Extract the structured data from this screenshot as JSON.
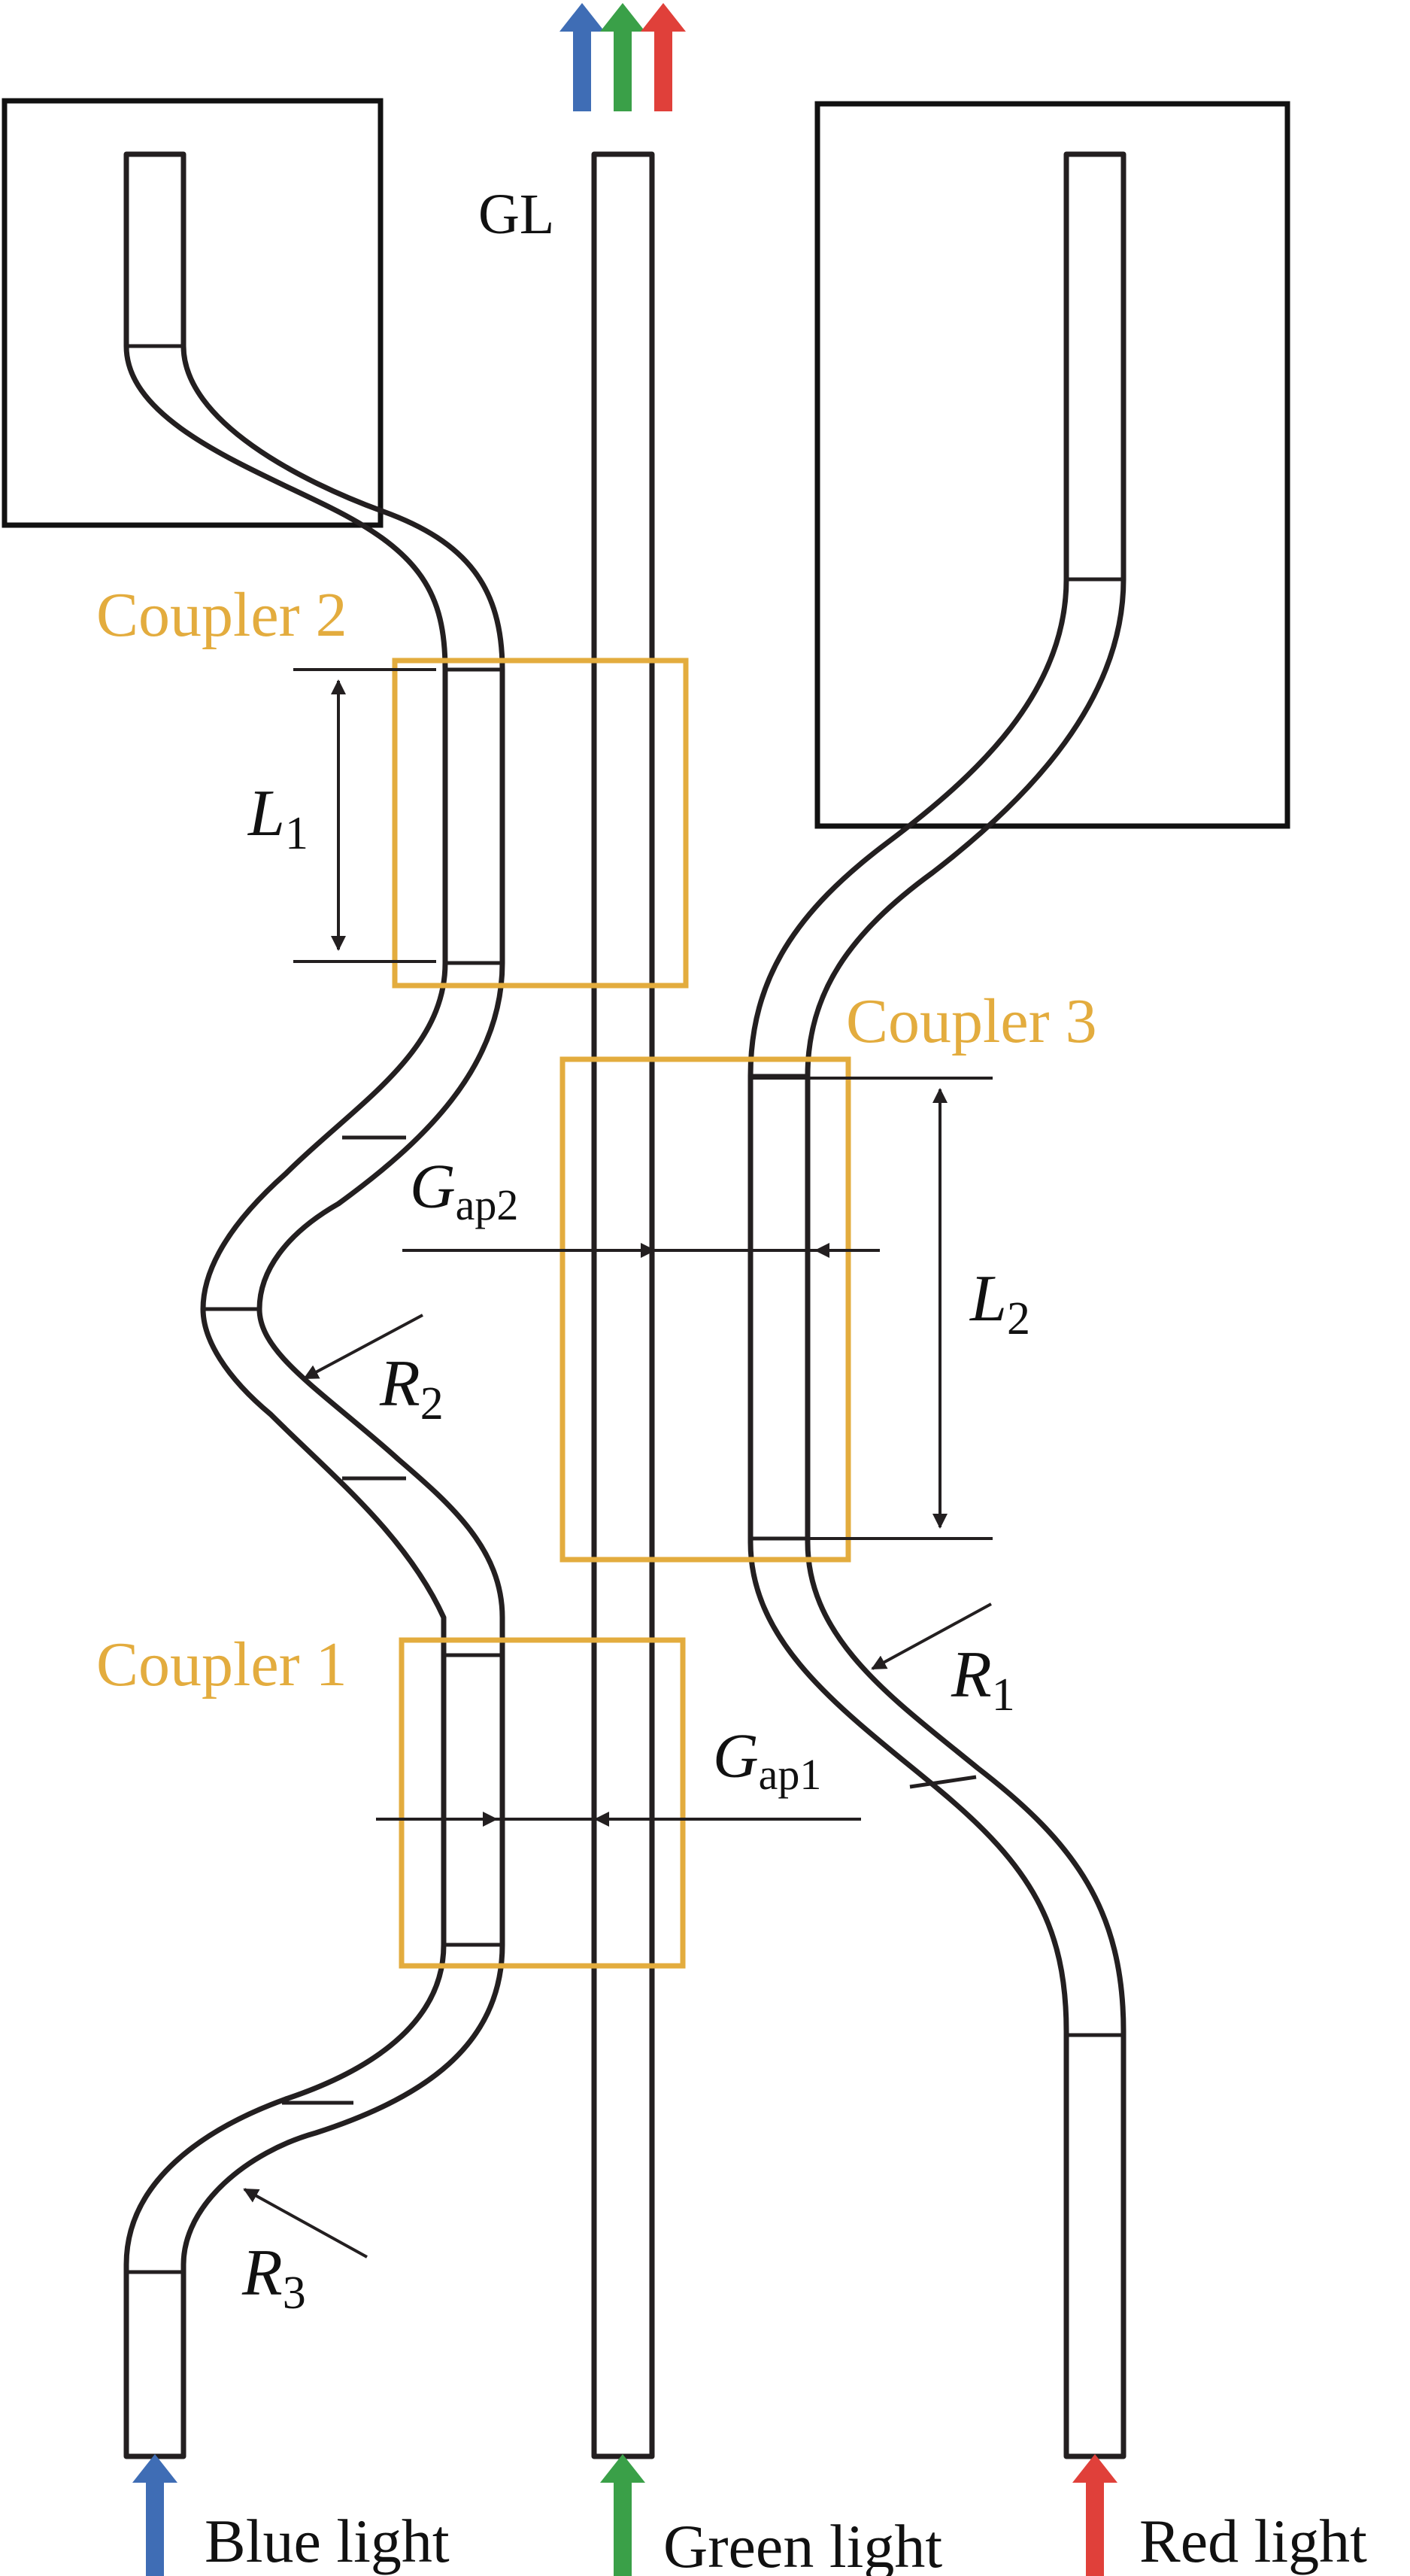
{
  "labels": {
    "gl": "GL",
    "coupler1": "Coupler 1",
    "coupler2": "Coupler 2",
    "coupler3": "Coupler 3",
    "l1": {
      "base": "L",
      "sub": "1"
    },
    "l2": {
      "base": "L",
      "sub": "2"
    },
    "gap1": {
      "base": "G",
      "sub": "ap1"
    },
    "gap2": {
      "base": "G",
      "sub": "ap2"
    },
    "r1": {
      "base": "R",
      "sub": "1"
    },
    "r2": {
      "base": "R",
      "sub": "2"
    },
    "r3": {
      "base": "R",
      "sub": "3"
    },
    "blue_light": "Blue light",
    "green_light": "Green light",
    "red_light": "Red light"
  },
  "colors": {
    "waveguide": "#231f20",
    "coupler_box": "#e3ac3e",
    "coupler_text": "#e3ac3e",
    "blue": "#3f6db5",
    "green": "#3aa048",
    "red": "#e0403a",
    "text": "#111111"
  }
}
